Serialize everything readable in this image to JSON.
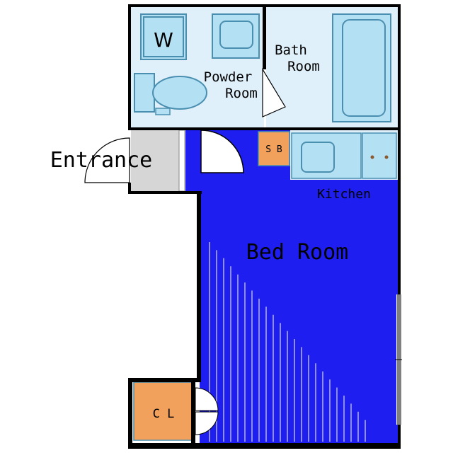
{
  "labels": {
    "washer": "W",
    "powder_room_line1": "Powder",
    "powder_room_line2": "Room",
    "bath_room_line1": "Bath",
    "bath_room_line2": "Room",
    "entrance": "Entrance",
    "sb": "S B",
    "kitchen": "Kitchen",
    "bed_room": "Bed Room",
    "closet": "C L"
  },
  "colors": {
    "wall": "#000000",
    "wet_area": "#dff0fb",
    "bedroom": "#1e1ef0",
    "entrance_floor": "#d6d6d6",
    "fixture": "#b4e0f4",
    "fixture_stroke": "#4a8fb0",
    "storage": "#f2a15c",
    "background": "#ffffff"
  }
}
